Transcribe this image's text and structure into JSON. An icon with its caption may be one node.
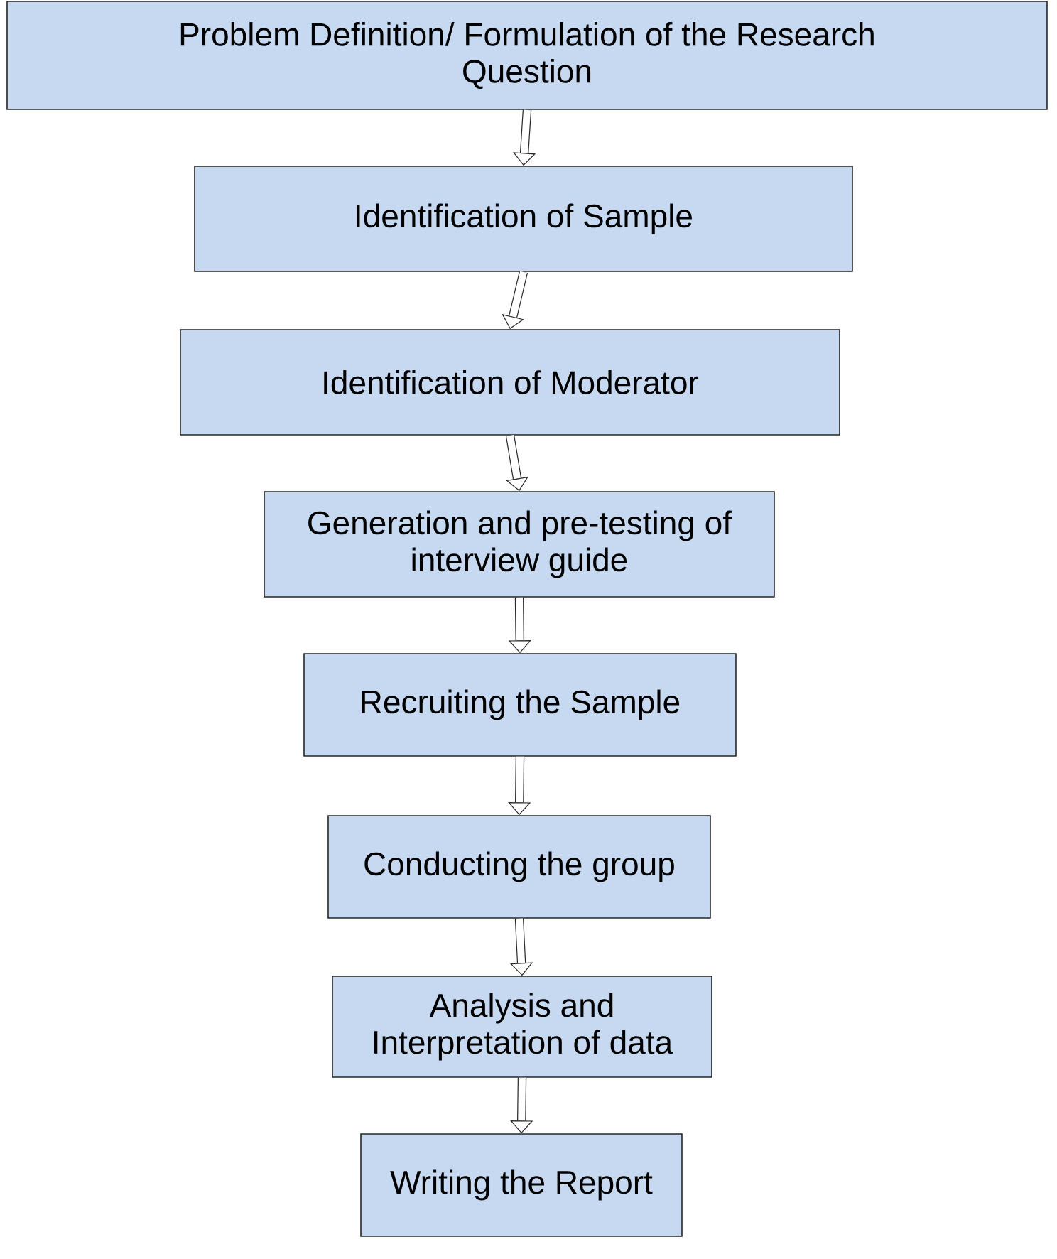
{
  "diagram": {
    "nodes": [
      {
        "text": [
          "Problem Definition/ Formulation of the Research Question"
        ]
      },
      {
        "text": [
          "Identification of Sample"
        ]
      },
      {
        "text": [
          "Identification of Moderator"
        ]
      },
      {
        "text": [
          "Generation and pre-testing of interview guide"
        ]
      },
      {
        "text": [
          "Recruiting the Sample"
        ]
      },
      {
        "text": [
          "Conducting the group"
        ]
      },
      {
        "text": [
          "Analysis and Interpretation of data"
        ]
      },
      {
        "text": [
          "Writing the Report"
        ]
      }
    ],
    "edges": [
      {
        "from": 0,
        "to": 1,
        "arrow": "to"
      },
      {
        "from": 1,
        "to": 2,
        "arrow": "to"
      },
      {
        "from": 2,
        "to": 3,
        "arrow": "to"
      },
      {
        "from": 3,
        "to": 4,
        "arrow": "to"
      },
      {
        "from": 4,
        "to": 5,
        "arrow": "to"
      },
      {
        "from": 5,
        "to": 6,
        "arrow": "to"
      },
      {
        "from": 6,
        "to": 7,
        "arrow": "to"
      }
    ]
  }
}
